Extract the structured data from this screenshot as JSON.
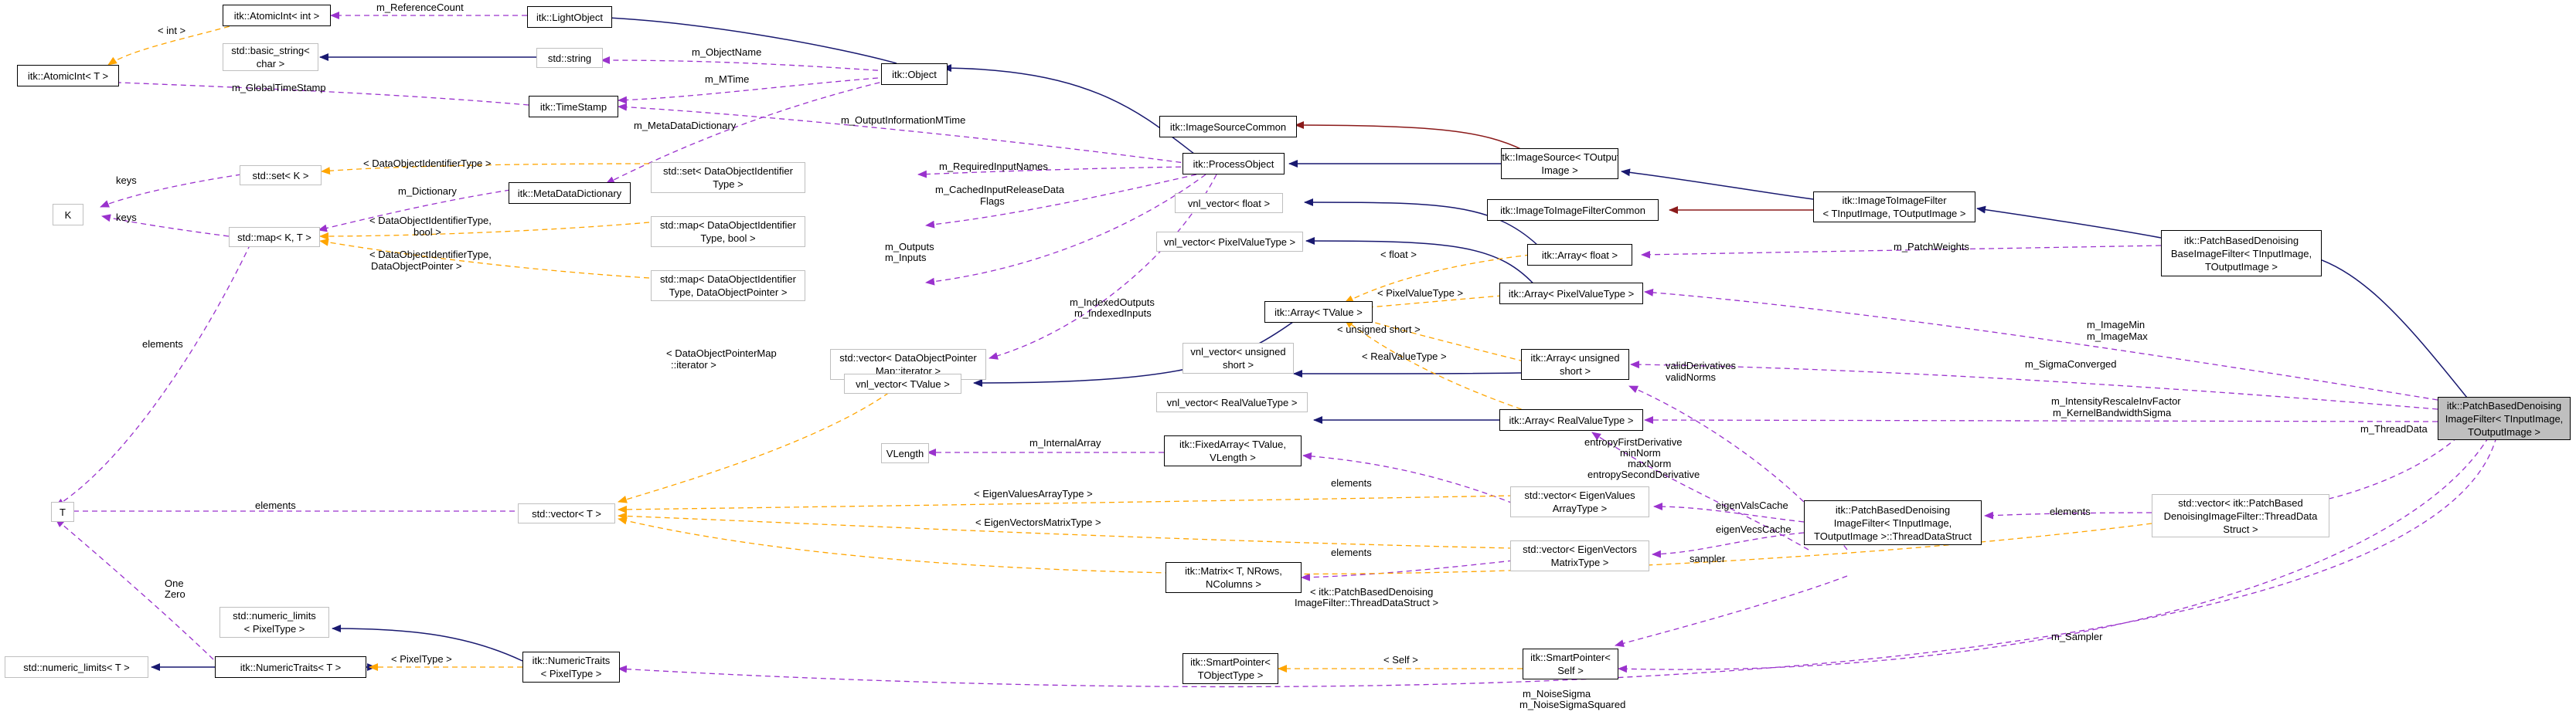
{
  "colors": {
    "inheritance": "#191970",
    "private_inheritance": "#8b1a1a",
    "usage": "#9a32cd",
    "template": "#ffa500",
    "highlight_fill": "#bfbfbf",
    "node_border_dark": "#000000",
    "node_border_light": "#bfbfbf"
  },
  "nodes": [
    {
      "id": "atomicIntT",
      "lines": [
        "itk::AtomicInt< T >"
      ]
    },
    {
      "id": "atomicIntInt",
      "lines": [
        "itk::AtomicInt< int >"
      ]
    },
    {
      "id": "lightObject",
      "lines": [
        "itk::LightObject"
      ]
    },
    {
      "id": "basicString",
      "lines": [
        "std::basic_string<",
        "char >"
      ]
    },
    {
      "id": "stdString",
      "lines": [
        "std::string"
      ]
    },
    {
      "id": "object",
      "lines": [
        "itk::Object"
      ]
    },
    {
      "id": "timeStamp",
      "lines": [
        "itk::TimeStamp"
      ]
    },
    {
      "id": "imageSourceCommon",
      "lines": [
        "itk::ImageSourceCommon"
      ]
    },
    {
      "id": "setK",
      "lines": [
        "std::set< K >"
      ]
    },
    {
      "id": "K",
      "lines": [
        "K"
      ]
    },
    {
      "id": "mapKT",
      "lines": [
        "std::map< K, T >"
      ]
    },
    {
      "id": "metaDataDictionary",
      "lines": [
        "itk::MetaDataDictionary"
      ]
    },
    {
      "id": "setDOI",
      "lines": [
        "std::set< DataObjectIdentifier",
        "Type >"
      ]
    },
    {
      "id": "processObject",
      "lines": [
        "itk::ProcessObject"
      ]
    },
    {
      "id": "imageSource",
      "lines": [
        "itk::ImageSource< TOutput",
        "Image >"
      ]
    },
    {
      "id": "mapDOIBool",
      "lines": [
        "std::map< DataObjectIdentifier",
        "Type, bool >"
      ]
    },
    {
      "id": "mapDOIPtr",
      "lines": [
        "std::map< DataObjectIdentifier",
        "Type, DataObjectPointer >"
      ]
    },
    {
      "id": "vnlFloat",
      "lines": [
        "vnl_vector< float >"
      ]
    },
    {
      "id": "imageToImageFilterCommon",
      "lines": [
        "itk::ImageToImageFilterCommon"
      ]
    },
    {
      "id": "imageToImageFilter",
      "lines": [
        "itk::ImageToImageFilter",
        "< TInputImage, TOutputImage >"
      ]
    },
    {
      "id": "vnlPixel",
      "lines": [
        "vnl_vector< PixelValueType >"
      ]
    },
    {
      "id": "arrayFloat",
      "lines": [
        "itk::Array< float >"
      ]
    },
    {
      "id": "patchBase",
      "lines": [
        "itk::PatchBasedDenoising",
        "BaseImageFilter< TInputImage,",
        "TOutputImage >"
      ]
    },
    {
      "id": "arrayPixel",
      "lines": [
        "itk::Array< PixelValueType >"
      ]
    },
    {
      "id": "arrayTValue",
      "lines": [
        "itk::Array< TValue >"
      ]
    },
    {
      "id": "vectorDOPMap",
      "lines": [
        "std::vector< DataObjectPointer",
        "Map::iterator >"
      ]
    },
    {
      "id": "vnlUShort",
      "lines": [
        "vnl_vector< unsigned",
        "short >"
      ]
    },
    {
      "id": "arrayUShort",
      "lines": [
        "itk::Array< unsigned",
        "short >"
      ]
    },
    {
      "id": "vnlTValue",
      "lines": [
        "vnl_vector< TValue >"
      ]
    },
    {
      "id": "vnlReal",
      "lines": [
        "vnl_vector< RealValueType >"
      ]
    },
    {
      "id": "arrayReal",
      "lines": [
        "itk::Array< RealValueType >"
      ]
    },
    {
      "id": "patchFilter",
      "lines": [
        "itk::PatchBasedDenoising",
        "ImageFilter< TInputImage,",
        "TOutputImage >"
      ]
    },
    {
      "id": "vLength",
      "lines": [
        "VLength"
      ]
    },
    {
      "id": "fixedArray",
      "lines": [
        "itk::FixedArray< TValue,",
        "VLength >"
      ]
    },
    {
      "id": "T",
      "lines": [
        "T"
      ]
    },
    {
      "id": "vectorT",
      "lines": [
        "std::vector< T >"
      ]
    },
    {
      "id": "vectorEigenValues",
      "lines": [
        "std::vector< EigenValues",
        "ArrayType >"
      ]
    },
    {
      "id": "threadDataStruct",
      "lines": [
        "itk::PatchBasedDenoising",
        "ImageFilter< TInputImage,",
        "TOutputImage >::ThreadDataStruct"
      ]
    },
    {
      "id": "vectorThreadData",
      "lines": [
        "std::vector< itk::PatchBased",
        "DenoisingImageFilter::ThreadData",
        "Struct >"
      ]
    },
    {
      "id": "vectorEigenVectors",
      "lines": [
        "std::vector< EigenVectors",
        "MatrixType >"
      ]
    },
    {
      "id": "matrix",
      "lines": [
        "itk::Matrix< T, NRows,",
        "NColumns >"
      ]
    },
    {
      "id": "numericLimitsPixel",
      "lines": [
        "std::numeric_limits",
        "< PixelType >"
      ]
    },
    {
      "id": "numericLimitsT",
      "lines": [
        "std::numeric_limits< T >"
      ]
    },
    {
      "id": "numericTraitsT",
      "lines": [
        "itk::NumericTraits< T >"
      ]
    },
    {
      "id": "numericTraitsPixel",
      "lines": [
        "itk::NumericTraits",
        "< PixelType >"
      ]
    },
    {
      "id": "smartPointerTObject",
      "lines": [
        "itk::SmartPointer<",
        "TObjectType >"
      ]
    },
    {
      "id": "smartPointerSelf",
      "lines": [
        "itk::SmartPointer<",
        "Self >"
      ]
    }
  ],
  "edge_labels": [
    "m_ReferenceCount",
    "< int >",
    "m_ObjectName",
    "m_MTime",
    "m_GlobalTimeStamp",
    "m_MetaDataDictionary",
    "m_OutputInformationMTime",
    "< DataObjectIdentifierType >",
    "keys",
    "m_Dictionary",
    "m_RequiredInputNames",
    "keys",
    "< DataObjectIdentifierType,",
    "bool >",
    "m_CachedInputReleaseData",
    "Flags",
    "< DataObjectIdentifierType,",
    "DataObjectPointer >",
    "m_Outputs",
    "m_Inputs",
    "< float >",
    "m_PatchWeights",
    "elements",
    "m_IndexedOutputs",
    "m_IndexedInputs",
    "< PixelValueType >",
    "< DataObjectPointerMap",
    "::iterator >",
    "< unsigned short >",
    "m_ImageMin",
    "m_ImageMax",
    "< RealValueType >",
    "validDerivatives",
    "validNorms",
    "m_SigmaConverged",
    "m_IntensityRescaleInvFactor",
    "m_KernelBandwidthSigma",
    "m_InternalArray",
    "m_ThreadData",
    "elements",
    "entropyFirstDerivative",
    "minNorm",
    "maxNorm",
    "entropySecondDerivative",
    "< EigenValuesArrayType >",
    "eigenValsCache",
    "elements",
    "elements",
    "< EigenVectorsMatrixType >",
    "eigenVecsCache",
    "elements",
    "< itk::PatchBasedDenoising",
    "ImageFilter::ThreadDataStruct >",
    "One",
    "Zero",
    "sampler",
    "< PixelType >",
    "< Self >",
    "m_Sampler",
    "m_NoiseSigma",
    "m_NoiseSigmaSquared"
  ]
}
